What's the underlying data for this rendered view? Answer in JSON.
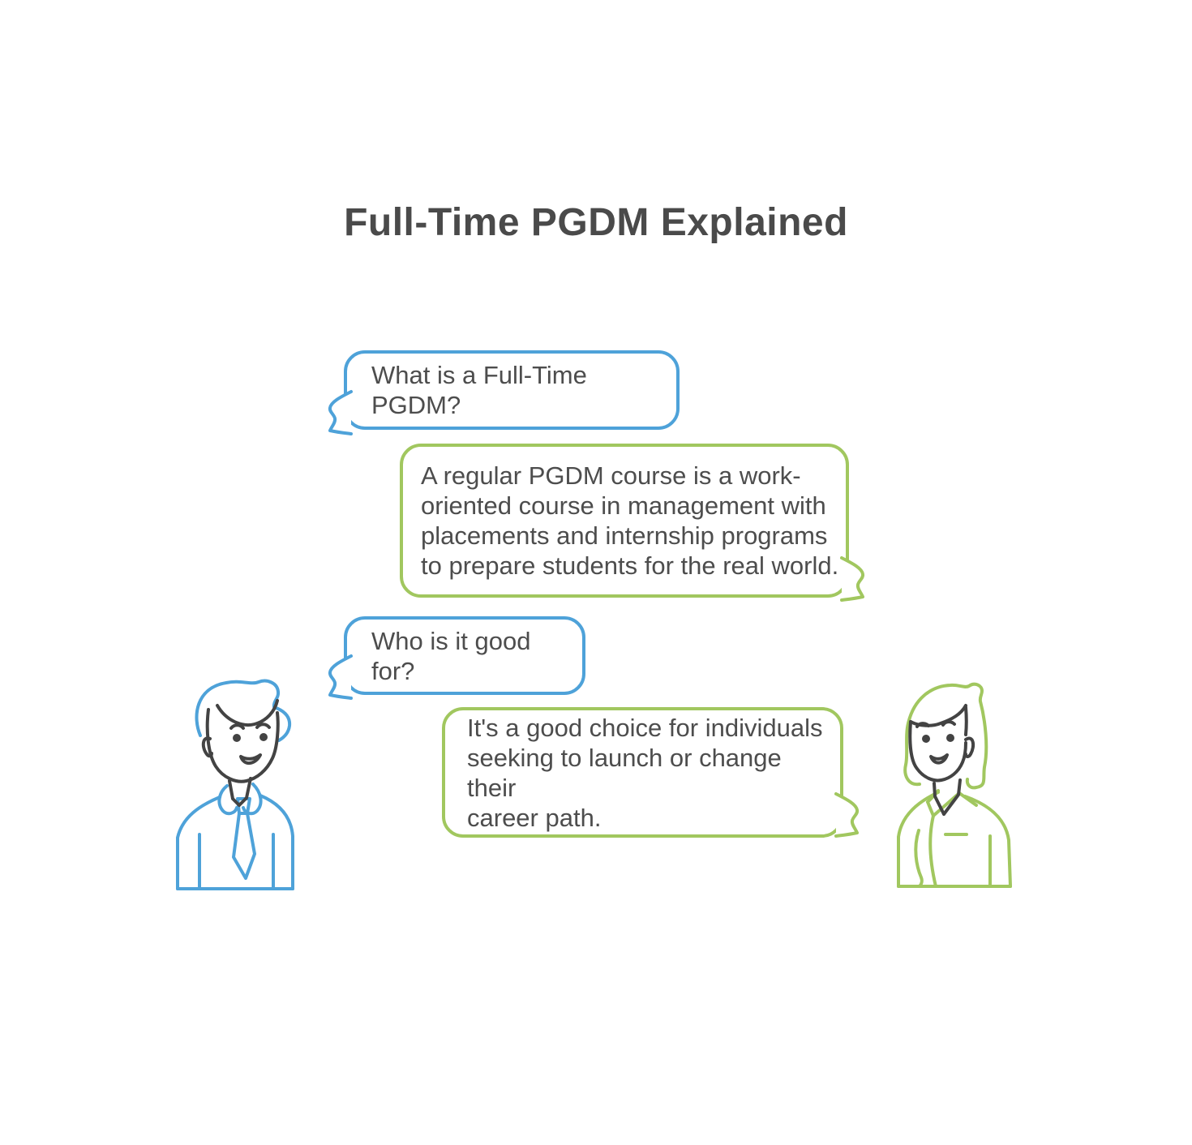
{
  "title": "Full-Time PGDM Explained",
  "palette": {
    "blue": "#4EA2D9",
    "green": "#A1C75F",
    "body_text": "#4D4D4D",
    "title_text": "#4A4A4A",
    "background": "#FFFFFF"
  },
  "conversation": [
    {
      "speaker": "man",
      "bubble_color": "blue",
      "text": "What is a Full-Time PGDM?"
    },
    {
      "speaker": "woman",
      "bubble_color": "green",
      "text": "A regular PGDM course is a work-\noriented course in management with\nplacements and internship programs\nto prepare students for the real world."
    },
    {
      "speaker": "man",
      "bubble_color": "blue",
      "text": "Who is it good for?"
    },
    {
      "speaker": "woman",
      "bubble_color": "green",
      "text": "It's a good choice for individuals\nseeking to launch or change their\ncareer path."
    }
  ],
  "characters": [
    {
      "id": "man",
      "description": "line-art man with shirt and tie",
      "outline_color": "#4EA2D9"
    },
    {
      "id": "woman",
      "description": "line-art woman with blouse",
      "outline_color": "#A1C75F"
    }
  ]
}
